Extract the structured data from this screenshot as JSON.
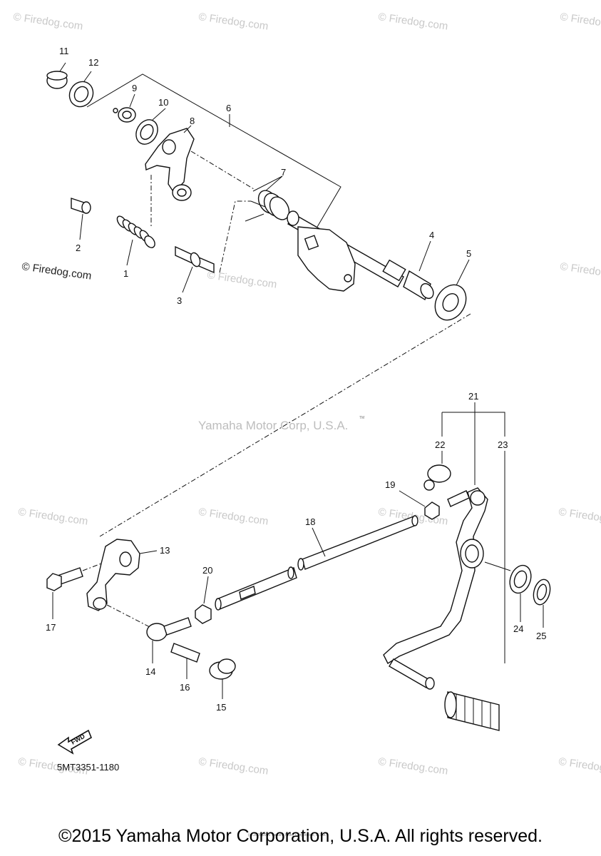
{
  "part_labels": {
    "p1": "1",
    "p2": "2",
    "p3": "3",
    "p4": "4",
    "p5": "5",
    "p6": "6",
    "p7": "7",
    "p8": "8",
    "p9": "9",
    "p10": "10",
    "p11": "11",
    "p12": "12",
    "p13": "13",
    "p14": "14",
    "p15": "15",
    "p16": "16",
    "p17": "17",
    "p18": "18",
    "p19": "19",
    "p20": "20",
    "p21": "21",
    "p22": "22",
    "p23": "23",
    "p24": "24",
    "p25": "25"
  },
  "watermarks": {
    "firedog": "© Firedog.com",
    "center": "Yamaha Motor Corp, U.S.A.",
    "tm": "TM"
  },
  "diagram_code": "5MT3351-1180",
  "fwd_label": "FWD",
  "fine_print": "(c) 2005-2015 Yamaha Motor Corporation, U.S.A.",
  "copyright": "©2015 Yamaha Motor Corporation, U.S.A. All rights reserved."
}
